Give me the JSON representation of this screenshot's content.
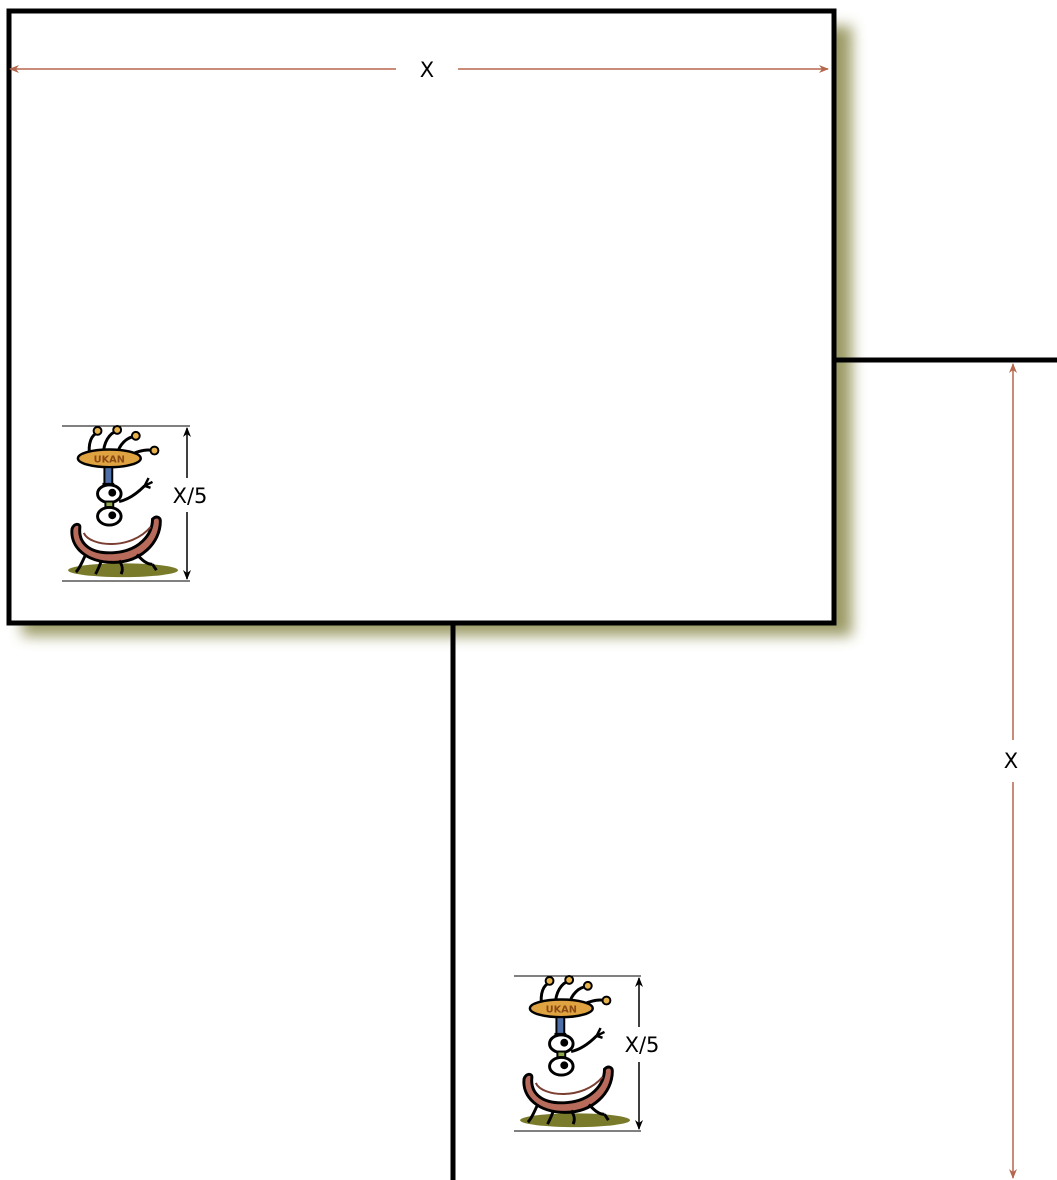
{
  "labels": {
    "top_width": "X",
    "right_height": "X",
    "mascot_size_1": "X/5",
    "mascot_size_2": "X/5"
  },
  "mascot": {
    "badge_text": "UKAN",
    "icon": "ant-mascot-icon"
  },
  "colors": {
    "dimension_arrow": "#b5674d",
    "frame_shadow": "#7b7a35",
    "border": "#000000",
    "mascot_body": "#b86b5a",
    "mascot_badge": "#e0a341",
    "mascot_ground": "#7a7a2b"
  }
}
